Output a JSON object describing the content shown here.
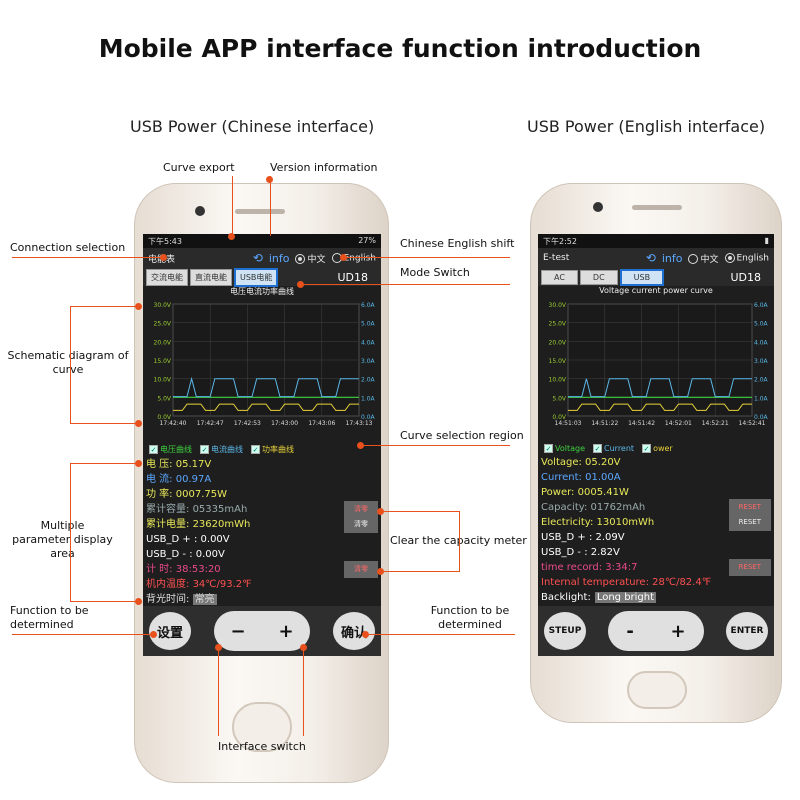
{
  "title": "Mobile APP interface function introduction",
  "left_caption": "USB Power (Chinese interface)",
  "right_caption": "USB Power (English interface)",
  "annotations": {
    "curve_export": "Curve export",
    "version_info": "Version information",
    "connection_selection": "Connection selection",
    "language_shift": "Chinese English shift",
    "mode_switch": "Mode Switch",
    "schematic": "Schematic diagram of curve",
    "curve_selection": "Curve selection region",
    "multi_param": "Multiple parameter display area",
    "clear_capacity": "Clear the capacity meter",
    "func_left": "Function to be determined",
    "func_right": "Function to be determined",
    "interface_switch": "Interface switch"
  },
  "cn": {
    "status_time": "下午5:43",
    "status_right": "27%",
    "app": "电能表",
    "info": "info",
    "lang_cn": "中文",
    "lang_en": "English",
    "tabs": [
      "交流电能",
      "直流电能",
      "USB电能"
    ],
    "model": "UD18",
    "chart_title": "电压电流功率曲线",
    "yl": [
      "30.0V",
      "25.0V",
      "20.0V",
      "15.0V",
      "10.0V",
      "5.0V",
      "0.0V"
    ],
    "yr": [
      "6.0A",
      "5.0A",
      "4.0A",
      "3.0A",
      "2.0A",
      "1.0A",
      "0.0A"
    ],
    "xt": [
      "17:42:40",
      "17:42:47",
      "17:42:53",
      "17:43:00",
      "17:43:06",
      "17:43:13"
    ],
    "legend": [
      "电压曲线",
      "电流曲线",
      "功率曲线"
    ],
    "rows": [
      {
        "label": "电    压:",
        "value": "05.17V",
        "color": "#e8e85a"
      },
      {
        "label": "电    流:",
        "value": "00.97A",
        "color": "#5ba7ff"
      },
      {
        "label": "功    率:",
        "value": "0007.75W",
        "color": "#e8e85a"
      },
      {
        "label": "累计容量:",
        "value": "05335mAh",
        "color": "#9aa"
      },
      {
        "label": "累计电量:",
        "value": "23620mWh",
        "color": "#e8e85a"
      },
      {
        "label": "USB_D + :",
        "value": "0.00V",
        "color": "#fff"
      },
      {
        "label": "USB_D - :",
        "value": "0.00V",
        "color": "#fff"
      },
      {
        "label": "计       时:",
        "value": "38:53:20",
        "color": "#e84a8a"
      },
      {
        "label": "机内温度:",
        "value": "34℃/93.2℉",
        "color": "#ff5050"
      },
      {
        "label": "背光时间:",
        "value": "常亮",
        "color": "#ddd"
      }
    ],
    "clear_label": "清零",
    "btn_left": "设置",
    "minus": "−",
    "plus": "+",
    "btn_right": "确认"
  },
  "en": {
    "status_time": "下午2:52",
    "app": "E-test",
    "info": "info",
    "lang_cn": "中文",
    "lang_en": "English",
    "tabs": [
      "AC",
      "DC",
      "USB"
    ],
    "model": "UD18",
    "chart_title": "Voltage current power curve",
    "yl": [
      "30.0V",
      "25.0V",
      "20.0V",
      "15.0V",
      "10.0V",
      "5.0V",
      "0.0V"
    ],
    "yr": [
      "6.0A",
      "5.0A",
      "4.0A",
      "3.0A",
      "2.0A",
      "1.0A",
      "0.0A"
    ],
    "xt": [
      "14:51:03",
      "14:51:22",
      "14:51:42",
      "14:52:01",
      "14:52:21",
      "14:52:41"
    ],
    "legend": [
      "Voltage",
      "Current",
      "ower"
    ],
    "rows": [
      {
        "text": "Voltage: 05.20V",
        "color": "#e8e85a"
      },
      {
        "text": "Current: 01.00A",
        "color": "#5ba7ff"
      },
      {
        "text": "Power: 0005.41W",
        "color": "#e8e85a"
      },
      {
        "text": "Capacity: 01762mAh",
        "color": "#9aa"
      },
      {
        "text": "Electricity: 13010mWh",
        "color": "#e8e85a"
      },
      {
        "text": "USB_D + : 2.09V",
        "color": "#fff"
      },
      {
        "text": "USB_D - : 2.82V",
        "color": "#fff"
      },
      {
        "text": "time record: 3:34:7",
        "color": "#e84a8a"
      },
      {
        "text": "Internal temperature: 28℃/82.4℉",
        "color": "#ff5050"
      },
      {
        "text": "Backlight:",
        "color": "#fff"
      }
    ],
    "backlight_value": "Long bright",
    "reset": "RESET",
    "btn_left": "STEUP",
    "minus": "-",
    "plus": "+",
    "btn_right": "ENTER"
  },
  "colors": {
    "accent": "#e8501c",
    "voltage": "#3ed13e",
    "current": "#5bb8e8",
    "power": "#e8d33a"
  }
}
